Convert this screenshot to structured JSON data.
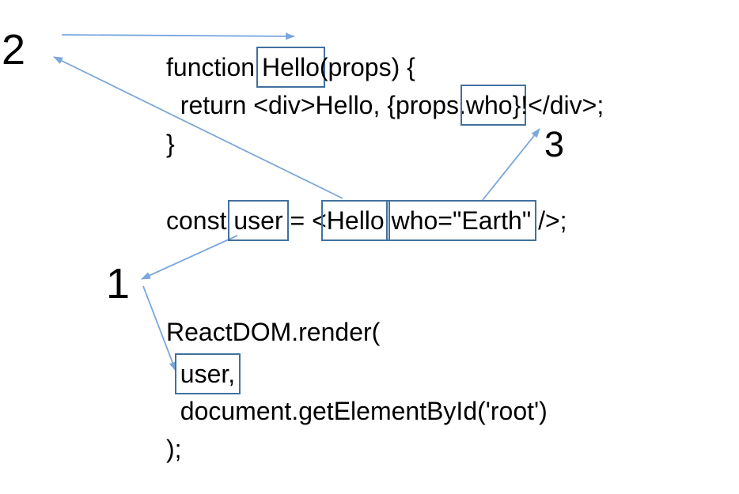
{
  "annotations": {
    "one": "1",
    "two": "2",
    "three": "3"
  },
  "colors": {
    "box_stroke": "#41719C",
    "arrow": "#7AA7DB",
    "code_text": "#000000",
    "background": "#FFFFFF"
  },
  "code": {
    "function_block": {
      "line1_pre": "function ",
      "line1_boxed": "Hello",
      "line1_post": "(props) {",
      "line2_pre": "  return <div>Hello, {props.",
      "line2_boxed": "who}",
      "line2_post": "!</div>;",
      "line3": "}"
    },
    "const_line": {
      "seg_const": "const ",
      "boxed_user": "user",
      "seg_equals": " = <",
      "boxed_hello": "Hello",
      "seg_space": " ",
      "boxed_attr": "who=\"Earth\"",
      "seg_close": " />;"
    },
    "render_block": {
      "line1": "ReactDOM.render(",
      "line2_pre": "  ",
      "line2_boxed": "user,",
      "line3": "  document.getElementById('root')",
      "line4": ");"
    }
  }
}
